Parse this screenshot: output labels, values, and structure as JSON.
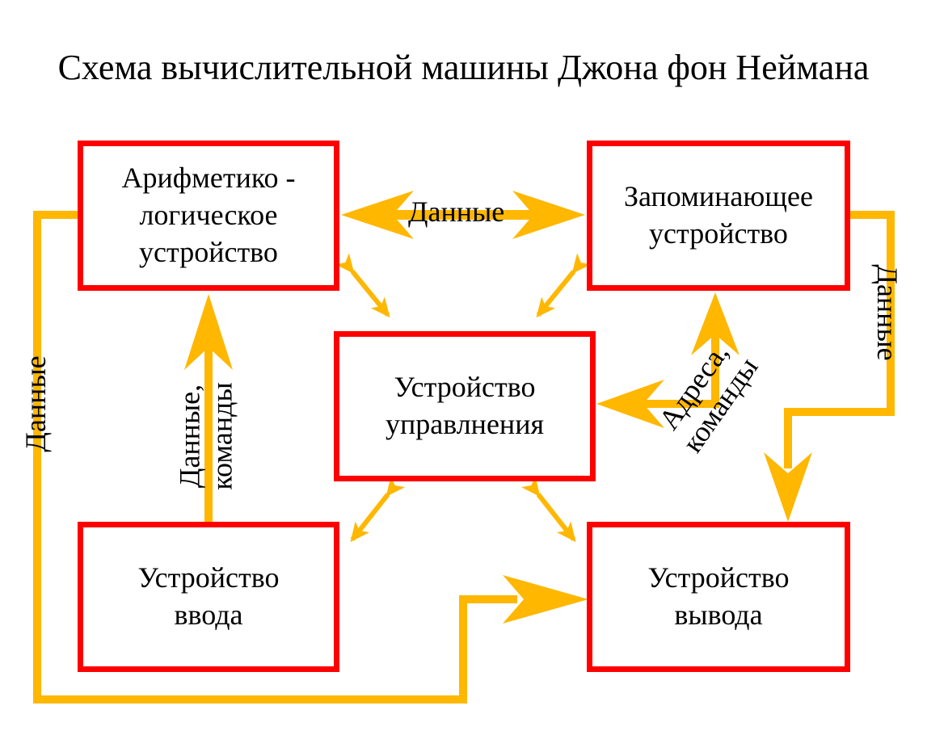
{
  "title": "Схема вычислительной машины Джона фон Неймана",
  "blocks": {
    "alu": [
      "Арифметико -",
      "логическое",
      "устройство"
    ],
    "memory": [
      "Запоминающее",
      "устройство"
    ],
    "control": [
      "Устройство",
      "управлнения"
    ],
    "input": [
      "Устройство",
      "ввода"
    ],
    "output": [
      "Устройство",
      "вывода"
    ]
  },
  "labels": {
    "alu_memory": "Данные",
    "left_bus": "Данные",
    "right_bus": "Данные",
    "input_alu": [
      "Данные,",
      "команды"
    ],
    "memory_control": [
      "Адреса,",
      "команды"
    ]
  },
  "colors": {
    "box_border": "#ff0000",
    "arrow": "#ffb700",
    "text": "#000000"
  }
}
